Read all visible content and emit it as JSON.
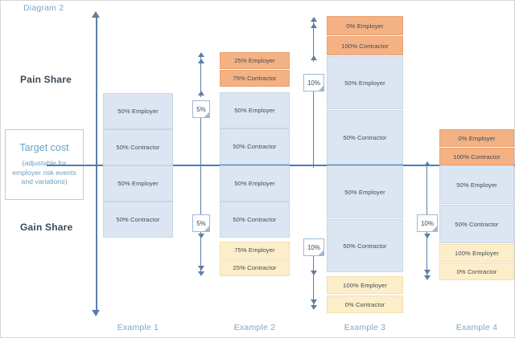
{
  "diagram": {
    "title": "Diagram 2",
    "pain_share_label": "Pain Share",
    "gain_share_label": "Gain Share",
    "target_cost_title": "Target cost",
    "target_cost_note": "(adjustable for employer risk events and variations)",
    "colors": {
      "blue_fill": "#dce6f2",
      "blue_stroke": "#c6d6e8",
      "orange_fill": "#f4b183",
      "yellow_fill": "#fdeeca",
      "axis": "#5c7ea6",
      "target_line": "#4a7eb0",
      "caption_text": "#7ba7c7"
    }
  },
  "chart_data": {
    "type": "bar",
    "title": "Diagram 2",
    "xlabel": "",
    "ylabel": "",
    "grid": false,
    "legend": "none",
    "categories": [
      "Example 1",
      "Example 2",
      "Example 3",
      "Example 4"
    ],
    "zones": [
      "Pain Share",
      "Gain Share"
    ],
    "series": [
      {
        "name": "Example 1",
        "caption": "Example 1",
        "cap_threshold": null,
        "segments": [
          {
            "label": "50% Employer",
            "band": "pain",
            "color": "blue",
            "share_pct": 50,
            "party": "Employer"
          },
          {
            "label": "50% Contractor",
            "band": "pain",
            "color": "blue",
            "share_pct": 50,
            "party": "Contractor"
          },
          {
            "label": "50% Employer",
            "band": "gain",
            "color": "blue",
            "share_pct": 50,
            "party": "Employer"
          },
          {
            "label": "50% Contractor",
            "band": "gain",
            "color": "blue",
            "share_pct": 50,
            "party": "Contractor"
          }
        ]
      },
      {
        "name": "Example 2",
        "caption": "Example 2",
        "cap_threshold": "5%",
        "segments": [
          {
            "label": "25% Employer",
            "band": "pain",
            "color": "orange",
            "share_pct": 25,
            "party": "Employer"
          },
          {
            "label": "75% Contractor",
            "band": "pain",
            "color": "orange",
            "share_pct": 75,
            "party": "Contractor"
          },
          {
            "label": "50% Employer",
            "band": "pain",
            "color": "blue",
            "share_pct": 50,
            "party": "Employer"
          },
          {
            "label": "50% Contractor",
            "band": "pain",
            "color": "blue",
            "share_pct": 50,
            "party": "Contractor"
          },
          {
            "label": "50% Employer",
            "band": "gain",
            "color": "blue",
            "share_pct": 50,
            "party": "Employer"
          },
          {
            "label": "50% Contractor",
            "band": "gain",
            "color": "blue",
            "share_pct": 50,
            "party": "Contractor"
          },
          {
            "label": "75% Employer",
            "band": "gain",
            "color": "yellow",
            "share_pct": 75,
            "party": "Employer"
          },
          {
            "label": "25% Contractor",
            "band": "gain",
            "color": "yellow",
            "share_pct": 25,
            "party": "Contractor"
          }
        ]
      },
      {
        "name": "Example 3",
        "caption": "Example 3",
        "cap_threshold": "10%",
        "segments": [
          {
            "label": "0% Employer",
            "band": "pain",
            "color": "orange",
            "share_pct": 0,
            "party": "Employer"
          },
          {
            "label": "100% Contractor",
            "band": "pain",
            "color": "orange",
            "share_pct": 100,
            "party": "Contractor"
          },
          {
            "label": "50% Employer",
            "band": "pain",
            "color": "blue",
            "share_pct": 50,
            "party": "Employer"
          },
          {
            "label": "50% Contractor",
            "band": "pain",
            "color": "blue",
            "share_pct": 50,
            "party": "Contractor"
          },
          {
            "label": "50% Employer",
            "band": "gain",
            "color": "blue",
            "share_pct": 50,
            "party": "Employer"
          },
          {
            "label": "50% Contractor",
            "band": "gain",
            "color": "blue",
            "share_pct": 50,
            "party": "Contractor"
          },
          {
            "label": "100% Employer",
            "band": "gain",
            "color": "yellow",
            "share_pct": 100,
            "party": "Employer"
          },
          {
            "label": "0% Contractor",
            "band": "gain",
            "color": "yellow",
            "share_pct": 0,
            "party": "Contractor"
          }
        ]
      },
      {
        "name": "Example 4",
        "caption": "Example 4",
        "cap_threshold": "10%",
        "segments": [
          {
            "label": "0% Employer",
            "band": "pain",
            "color": "orange",
            "share_pct": 0,
            "party": "Employer"
          },
          {
            "label": "100% Contractor",
            "band": "pain",
            "color": "orange",
            "share_pct": 100,
            "party": "Contractor"
          },
          {
            "label": "50% Employer",
            "band": "gain",
            "color": "blue",
            "share_pct": 50,
            "party": "Employer"
          },
          {
            "label": "50% Contractor",
            "band": "gain",
            "color": "blue",
            "share_pct": 50,
            "party": "Contractor"
          },
          {
            "label": "100% Employer",
            "band": "gain",
            "color": "yellow",
            "share_pct": 100,
            "party": "Employer"
          },
          {
            "label": "0% Contractor",
            "band": "gain",
            "color": "yellow",
            "share_pct": 0,
            "party": "Contractor"
          }
        ]
      }
    ],
    "annotations": [
      {
        "text": "5%",
        "example": "Example 2",
        "band": "pain"
      },
      {
        "text": "5%",
        "example": "Example 2",
        "band": "gain"
      },
      {
        "text": "10%",
        "example": "Example 3",
        "band": "pain"
      },
      {
        "text": "10%",
        "example": "Example 3",
        "band": "gain"
      },
      {
        "text": "10%",
        "example": "Example 4",
        "band": "gain"
      }
    ]
  }
}
